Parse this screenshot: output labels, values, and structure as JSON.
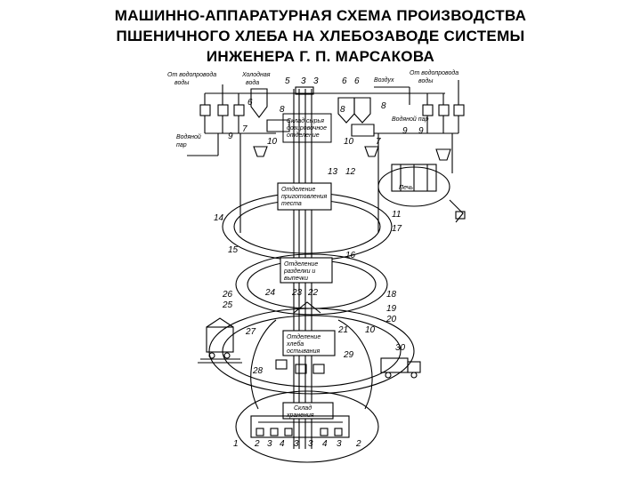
{
  "title": {
    "line1": "МАШИННО-АППАРАТУРНАЯ СХЕМА ПРОИЗВОДСТВА",
    "line2": "ПШЕНИЧНОГО ХЛЕБА НА ХЛЕБОЗАВОДЕ СИСТЕМЫ",
    "line3": "ИНЖЕНЕРА Г. П. МАРСАКОВА"
  },
  "labels": {
    "water_left": [
      "От водопровода",
      "воды"
    ],
    "water_right": [
      "От водопровода",
      "воды"
    ],
    "top_small_left": [
      "Холодная",
      "вода"
    ],
    "air_right": "Воздух",
    "steam_right": "Водяной пар",
    "steam_left": [
      "Водяной",
      "пар"
    ],
    "floor_upper_store": [
      "Склад сырья",
      "дозировочное",
      "отделение"
    ],
    "floor_dough": [
      "Отделение",
      "приготовления",
      "теста"
    ],
    "floor_bakery": [
      "Печь"
    ],
    "floor_divide": [
      "Отделение",
      "разделки и",
      "выпечки"
    ],
    "floor_cooling": [
      "Отделение",
      "хлеба",
      "остывания"
    ],
    "floor_storage": [
      "Склад",
      "хранения"
    ]
  },
  "numbers": {
    "n1": "1",
    "n2": "2",
    "n3": "3",
    "n4": "4",
    "n5": "5",
    "n6": "6",
    "n7": "7",
    "n8": "8",
    "n9": "9",
    "n10": "10",
    "n11": "11",
    "n12": "12",
    "n13": "13",
    "n14": "14",
    "n15": "15",
    "n16": "16",
    "n17": "17",
    "n18": "18",
    "n19": "19",
    "n20": "20",
    "n21": "21",
    "n22": "22",
    "n23": "23",
    "n24": "24",
    "n25": "25",
    "n26": "26",
    "n27": "27",
    "n28": "28",
    "n29": "29",
    "n30": "30"
  }
}
